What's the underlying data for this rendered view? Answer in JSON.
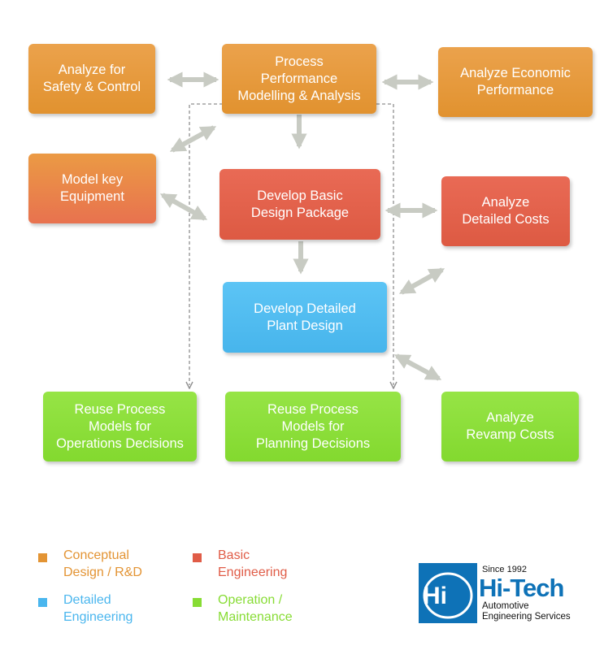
{
  "boxes": {
    "safety": "Analyze for\nSafety & Control",
    "process_perf": "Process\nPerformance\nModelling & Analysis",
    "economic": "Analyze Economic\nPerformance",
    "model_key": "Model key\nEquipment",
    "basic_design": "Develop Basic\nDesign Package",
    "detailed_costs": "Analyze\nDetailed Costs",
    "detailed_plant": "Develop Detailed\nPlant Design",
    "reuse_ops": "Reuse Process\nModels for\nOperations Decisions",
    "reuse_planning": "Reuse Process\nModels for\nPlanning Decisions",
    "revamp": "Analyze\nRevamp Costs"
  },
  "legend": [
    {
      "label": "Conceptual\nDesign / R&D",
      "color": "#e39434"
    },
    {
      "label": "Basic\nEngineering",
      "color": "#e05c47"
    },
    {
      "label": "Detailed\nEngineering",
      "color": "#4ab6ee"
    },
    {
      "label": "Operation /\nMaintenance",
      "color": "#87dc34"
    }
  ],
  "logo": {
    "since": "Since 1992",
    "name": "Hi-Tech",
    "tagline": "Automotive\nEngineering Services"
  },
  "colors": {
    "arrow": "#c8cbc3",
    "dashed_line": "#8f8f8f"
  }
}
